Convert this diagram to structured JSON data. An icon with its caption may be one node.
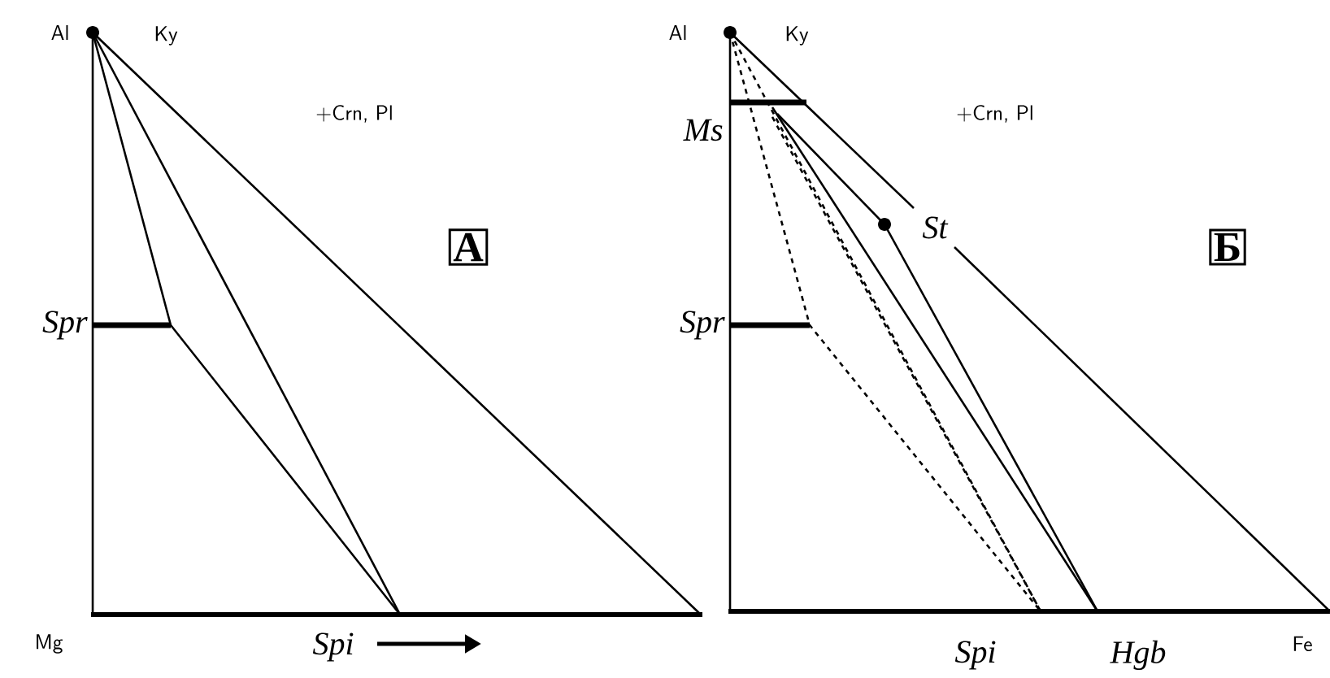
{
  "diagram": {
    "nodes": [
      {
        "text": [
          "А"
        ]
      },
      {
        "text": [
          "Б"
        ]
      }
    ],
    "labels": [
      "Al",
      "Ky",
      "+Crn, Pl",
      "Spr",
      "Mg",
      "Spi",
      "Al",
      "Ky",
      "Ms",
      "+Crn, Pl",
      "St",
      "Spr",
      "Spi",
      "Hgb",
      "Fe"
    ]
  }
}
